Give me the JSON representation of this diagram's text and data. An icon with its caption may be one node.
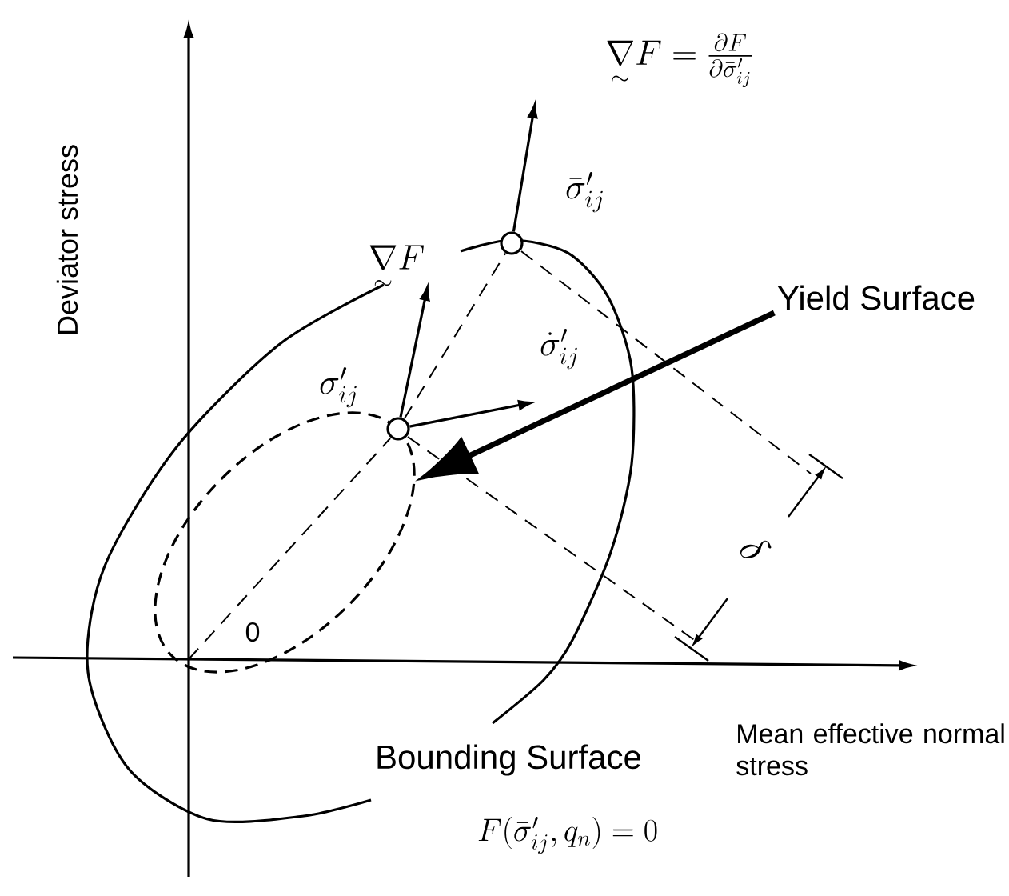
{
  "diagram": {
    "nodes": [
      {
        "text": [
          "\\sigma'_{ij}"
        ]
      },
      {
        "text": [
          "\\bar{\\sigma}'_{ij}"
        ]
      },
      {
        "text": [
          "Yield Surface"
        ]
      },
      {
        "text": [],
        "shape": "ellipse"
      }
    ],
    "edges": [
      {
        "from": 0,
        "to": null,
        "arrow": "to",
        "label": "\\underset{\\sim}{\\nabla} F"
      },
      {
        "from": 0,
        "to": null,
        "arrow": "to",
        "label": "\\dot{\\sigma}'_{ij}"
      },
      {
        "from": 1,
        "to": null,
        "arrow": "to",
        "label": "\\underset{\\sim}{\\nabla} F = \\frac{\\partial F}{\\partial \\bar{\\sigma}'_{ij}}"
      },
      {
        "from": 0,
        "to": 1,
        "arrow": "none",
        "style": "dashed"
      },
      {
        "from": 2,
        "to": 3,
        "arrow": "to",
        "style": "thick"
      }
    ],
    "labels": [
      "Deviator stress",
      "0",
      "\\delta",
      "Mean effective normal stress",
      "Bounding Surface",
      "F(\\bar{\\sigma}'_{ij}, q_n) = 0"
    ]
  }
}
